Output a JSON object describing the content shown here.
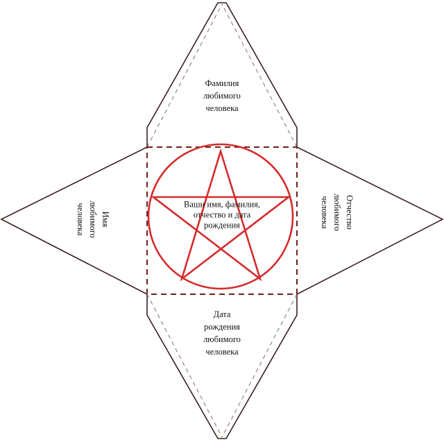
{
  "diagram": {
    "center_face": {
      "lines": [
        "Ваши имя, фамилия,",
        "отчество и дата",
        "рождения"
      ]
    },
    "top_face": {
      "lines": [
        "Фамилия",
        "любимого",
        "человека"
      ]
    },
    "left_face": {
      "lines": [
        "Имя",
        "любимого",
        "человека"
      ]
    },
    "right_face": {
      "lines": [
        "Отчество",
        "любимого",
        "человека"
      ]
    },
    "bottom_face": {
      "lines": [
        "Дата",
        "рождения",
        "любимого",
        "человека"
      ]
    },
    "colors": {
      "outline": "#3a1f1f",
      "fold_line": "#6e1e1e",
      "pentagram": "#d42a2a",
      "background": "#ffffff"
    }
  }
}
